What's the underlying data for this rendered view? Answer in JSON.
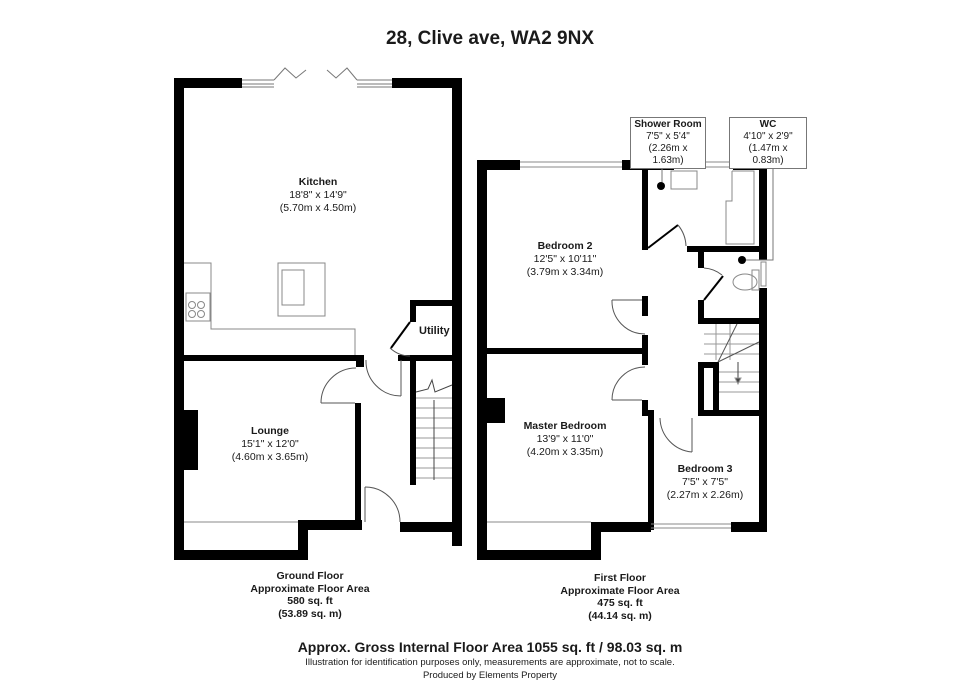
{
  "title": "28, Clive ave, WA2 9NX",
  "ground_floor": {
    "rooms": [
      {
        "name": "Kitchen",
        "imperial": "18'8\" x 14'9\"",
        "metric": "(5.70m x 4.50m)"
      },
      {
        "name": "Lounge",
        "imperial": "15'1\" x 12'0\"",
        "metric": "(4.60m x 3.65m)"
      },
      {
        "name": "Utility"
      }
    ],
    "area": {
      "floor": "Ground Floor",
      "label": "Approximate Floor Area",
      "sqft": "580 sq. ft",
      "sqm": "(53.89 sq. m)"
    }
  },
  "first_floor": {
    "rooms": [
      {
        "name": "Shower Room",
        "imperial": "7'5\" x 5'4\"",
        "metric": "(2.26m x 1.63m)"
      },
      {
        "name": "WC",
        "imperial": "4'10\" x 2'9\"",
        "metric": "(1.47m x 0.83m)"
      },
      {
        "name": "Bedroom 2",
        "imperial": "12'5\" x 10'11\"",
        "metric": "(3.79m x 3.34m)"
      },
      {
        "name": "Master Bedroom",
        "imperial": "13'9\" x 11'0\"",
        "metric": "(4.20m x 3.35m)"
      },
      {
        "name": "Bedroom 3",
        "imperial": "7'5\" x 7'5\"",
        "metric": "(2.27m x 2.26m)"
      }
    ],
    "area": {
      "floor": "First Floor",
      "label": "Approximate Floor Area",
      "sqft": "475 sq. ft",
      "sqm": "(44.14 sq. m)"
    }
  },
  "footer": {
    "gross": "Approx. Gross Internal Floor Area 1055 sq. ft / 98.03 sq. m",
    "disclaimer": "Illustration for identification purposes only, measurements are approximate, not to scale.",
    "produced_by": "Produced by Elements Property"
  },
  "colors": {
    "wall": "#000000",
    "fixture": "#888888",
    "background": "#ffffff"
  }
}
